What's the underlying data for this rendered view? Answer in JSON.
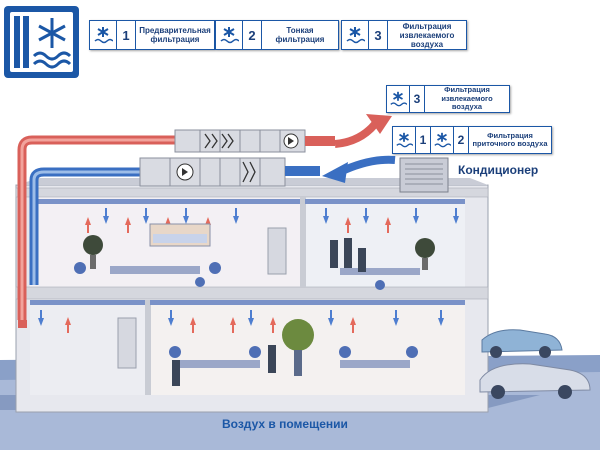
{
  "top_legend": [
    {
      "num": "1",
      "label_1": "Предварительная",
      "label_2": "фильтрация",
      "icon": "snowflake-filter-icon"
    },
    {
      "num": "2",
      "label_1": "Тонкая фильтрация",
      "label_2": "",
      "icon": "snowflake-filter-icon"
    },
    {
      "num": "3",
      "label_1": "Фильтрация",
      "label_2": "извлекаемого воздуха",
      "icon": "snowflake-filter-icon"
    }
  ],
  "exhaust_badge": {
    "num": "3",
    "label_1": "Фильтрация",
    "label_2": "извлекаемого воздуха"
  },
  "supply_badge": {
    "num_a": "1",
    "num_b": "2",
    "label_1": "Фильтрация",
    "label_2": "приточного воздуха"
  },
  "air_conditioner_label": "Кондиционер",
  "room_air_label": "Воздух в помещении",
  "colors": {
    "brand_blue": "#1b57a6",
    "exhaust_red": "#d9534f",
    "supply_blue": "#3a78c8"
  }
}
